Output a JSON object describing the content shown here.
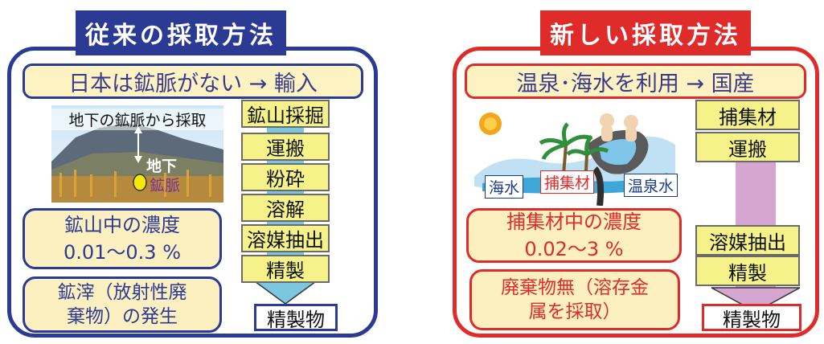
{
  "colors": {
    "left_accent": "#2b3a93",
    "right_accent": "#e02b2b",
    "step_fill": "#f5f28a",
    "box_fill": "#fdf0c0",
    "arrow_left": "#7cc6e0",
    "arrow_right": "#d6a6d0"
  },
  "left": {
    "title": "従来の採取方法",
    "summary": "日本は鉱脈がない → 輸入",
    "photo": {
      "caption": "地下の鉱脈から採取",
      "underground_label": "地下",
      "vein_label": "鉱脈"
    },
    "concentration": {
      "line1": "鉱山中の濃度",
      "line2": "0.01～0.3 %"
    },
    "waste": {
      "line1": "鉱滓（放射性廃",
      "line2": "棄物）の発生"
    },
    "steps": [
      "鉱山採掘",
      "運搬",
      "粉砕",
      "溶解",
      "溶媒抽出",
      "精製"
    ],
    "result": "精製物"
  },
  "right": {
    "title": "新しい採取方法",
    "summary": "温泉･海水を利用 → 国産",
    "photo": {
      "sea_label": "海水",
      "collector_label": "捕集材",
      "hotspring_label": "温泉水"
    },
    "concentration": {
      "line1": "捕集材中の濃度",
      "line2": "0.02～3 %"
    },
    "waste": {
      "line1": "廃棄物無（溶存金",
      "line2": "属を採取）"
    },
    "steps_top": [
      "捕集材",
      "運搬"
    ],
    "steps_bottom": [
      "溶媒抽出",
      "精製"
    ],
    "result": "精製物"
  }
}
